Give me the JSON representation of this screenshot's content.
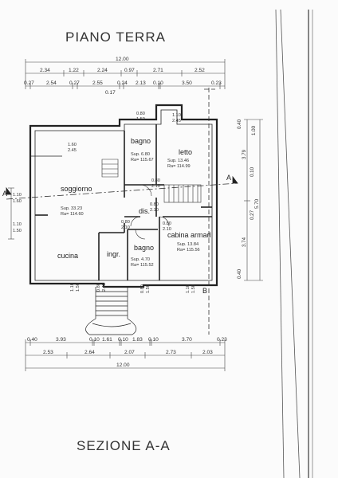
{
  "titles": {
    "top": "PIANO TERRA",
    "bottom": "SEZIONE A-A"
  },
  "dims_top": {
    "total": "12.00",
    "row1": [
      "2.34",
      "1.22",
      "2.24",
      "0.97",
      "2.71",
      "2.52"
    ],
    "row2": [
      "0.27",
      "2.54",
      "0.27",
      "2.55",
      "0.24",
      "2.13",
      "0.10",
      "3.50",
      "0.23"
    ],
    "row2_below": "0.17"
  },
  "dims_bottom": {
    "row1": [
      "0.40",
      "3.93",
      "0.10",
      "1.61",
      "0.10",
      "1.83",
      "0.10",
      "3.70",
      "0.23"
    ],
    "row2": [
      "2.53",
      "2.64",
      "2.07",
      "2.73",
      "2.03"
    ],
    "total": "12.00"
  },
  "dims_right": {
    "outer": [
      "3.79",
      "3.74"
    ],
    "total": "5.70",
    "inner": [
      "0.40",
      "1.00",
      "0.10",
      "0.27",
      "0.40"
    ]
  },
  "dims_left": {
    "top": [
      "1.10",
      "1.60"
    ],
    "bottom": [
      "1.10",
      "1.50"
    ]
  },
  "section_marks": {
    "left": "A",
    "right": "A",
    "b": "B"
  },
  "rooms": {
    "soggiorno": {
      "name": "soggiorno",
      "sup": "Sup. 33.23",
      "ra": "Ra= 114.60"
    },
    "bagno_top": {
      "name": "bagno",
      "sup": "Sup. 6.80",
      "ra": "Ra= 115.67"
    },
    "letto": {
      "name": "letto",
      "sup": "Sup. 13.46",
      "ra": "Ra= 114.99"
    },
    "cabina": {
      "name": "cabina armad",
      "sup": "Sup. 13.84",
      "ra": "Ra= 115.56"
    },
    "bagno_bottom": {
      "name": "bagno",
      "sup": "Sup. 4.70",
      "ra": "Ra= 115.52"
    },
    "dis": {
      "name": "dis."
    },
    "ingr": {
      "name": "ingr."
    },
    "cucina": {
      "name": "cucina"
    }
  },
  "openings": {
    "w1": [
      "1.60",
      "2.45"
    ],
    "w2": [
      "0.80",
      "1.50"
    ],
    "w3": [
      "1.10",
      "2.45"
    ],
    "w4": [
      "0.80",
      "2.10"
    ],
    "w5": [
      "0.80",
      "2.10"
    ],
    "w6": [
      "0.80",
      "2.10"
    ],
    "w7": [
      "1.10",
      "1.50"
    ],
    "w8": [
      "0.80",
      "2.45"
    ],
    "w9": [
      "0.80",
      "1.50"
    ],
    "w10": [
      "1.10",
      "1.50"
    ]
  }
}
